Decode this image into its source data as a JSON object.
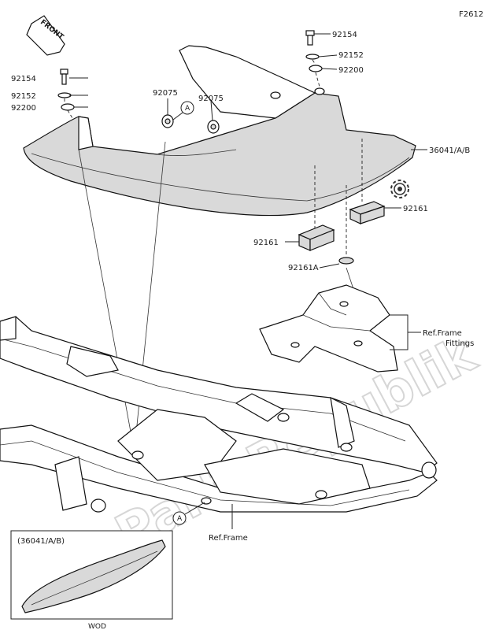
{
  "diagram_code": "F2612",
  "front_label": "FRONT",
  "watermark": "PartsRepublik",
  "wod_label": "WOD",
  "inset_label": "(36041/A/B)",
  "ref_frame_fittings": "Ref.Frame Fittings",
  "ref_frame": "Ref.Frame",
  "callout_a": "A",
  "parts": {
    "p92154_left": "92154",
    "p92152_left": "92152",
    "p92200_left": "92200",
    "p92075_a": "92075",
    "p92075_b": "92075",
    "p92154_right": "92154",
    "p92152_right": "92152",
    "p92200_right": "92200",
    "p36041": "36041/A/B",
    "p92161_right": "92161",
    "p92161_left": "92161",
    "p92161A": "92161A"
  },
  "icons": {
    "gear": "gear-icon"
  }
}
